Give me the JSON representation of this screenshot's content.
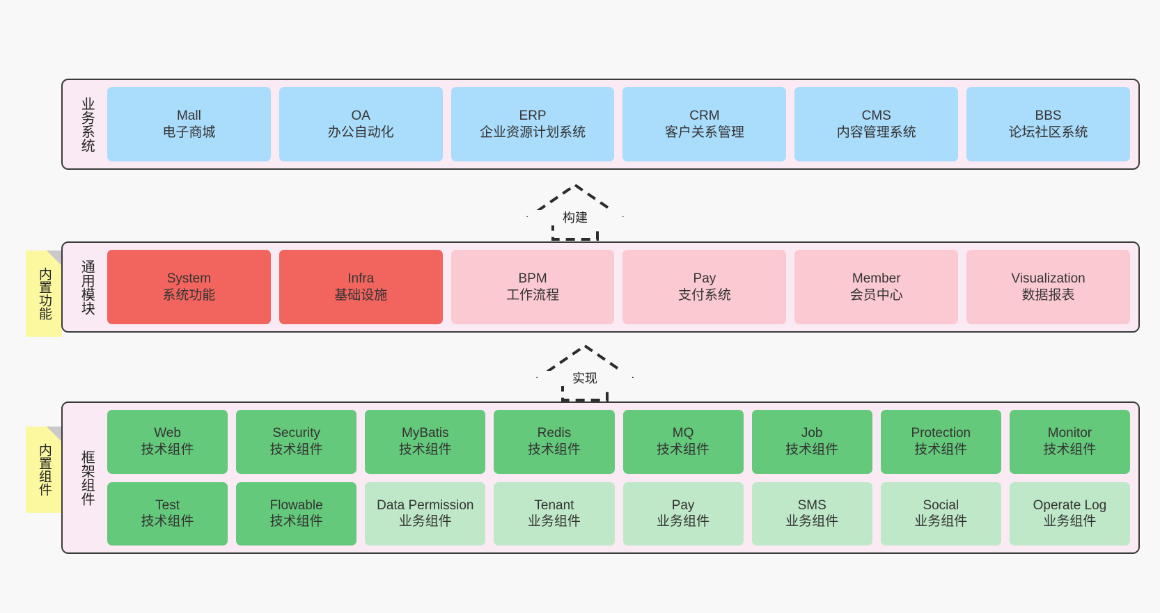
{
  "page": {
    "background": "#f8f8f8",
    "panel_bg": "#faeaf4",
    "panel_border": "#3a3a3a",
    "note_bg": "#fbf8a0"
  },
  "layers": [
    {
      "id": "business-system",
      "title": "业务系统",
      "note": null,
      "rows": [
        [
          {
            "en": "Mall",
            "cn": "电子商城",
            "color_name": "blue",
            "color": "#aadcfb"
          },
          {
            "en": "OA",
            "cn": "办公自动化",
            "color_name": "blue",
            "color": "#aadcfb"
          },
          {
            "en": "ERP",
            "cn": "企业资源计划系统",
            "color_name": "blue",
            "color": "#aadcfb"
          },
          {
            "en": "CRM",
            "cn": "客户关系管理",
            "color_name": "blue",
            "color": "#aadcfb"
          },
          {
            "en": "CMS",
            "cn": "内容管理系统",
            "color_name": "blue",
            "color": "#aadcfb"
          },
          {
            "en": "BBS",
            "cn": "论坛社区系统",
            "color_name": "blue",
            "color": "#aadcfb"
          }
        ]
      ]
    },
    {
      "id": "common-module",
      "title": "通用模块",
      "note": "内置功能",
      "rows": [
        [
          {
            "en": "System",
            "cn": "系统功能",
            "color_name": "red",
            "color": "#f2645e"
          },
          {
            "en": "Infra",
            "cn": "基础设施",
            "color_name": "red",
            "color": "#f2645e"
          },
          {
            "en": "BPM",
            "cn": "工作流程",
            "color_name": "pink",
            "color": "#fbc9d2"
          },
          {
            "en": "Pay",
            "cn": "支付系统",
            "color_name": "pink",
            "color": "#fbc9d2"
          },
          {
            "en": "Member",
            "cn": "会员中心",
            "color_name": "pink",
            "color": "#fbc9d2"
          },
          {
            "en": "Visualization",
            "cn": "数据报表",
            "color_name": "pink",
            "color": "#fbc9d2"
          }
        ]
      ]
    },
    {
      "id": "framework-component",
      "title": "框架组件",
      "note": "内置组件",
      "rows": [
        [
          {
            "en": "Web",
            "cn": "技术组件",
            "color_name": "green",
            "color": "#64c97b"
          },
          {
            "en": "Security",
            "cn": "技术组件",
            "color_name": "green",
            "color": "#64c97b"
          },
          {
            "en": "MyBatis",
            "cn": "技术组件",
            "color_name": "green",
            "color": "#64c97b"
          },
          {
            "en": "Redis",
            "cn": "技术组件",
            "color_name": "green",
            "color": "#64c97b"
          },
          {
            "en": "MQ",
            "cn": "技术组件",
            "color_name": "green",
            "color": "#64c97b"
          },
          {
            "en": "Job",
            "cn": "技术组件",
            "color_name": "green",
            "color": "#64c97b"
          },
          {
            "en": "Protection",
            "cn": "技术组件",
            "color_name": "green",
            "color": "#64c97b"
          },
          {
            "en": "Monitor",
            "cn": "技术组件",
            "color_name": "green",
            "color": "#64c97b"
          }
        ],
        [
          {
            "en": "Test",
            "cn": "技术组件",
            "color_name": "green",
            "color": "#64c97b"
          },
          {
            "en": "Flowable",
            "cn": "技术组件",
            "color_name": "green",
            "color": "#64c97b"
          },
          {
            "en": "Data Permission",
            "cn": "业务组件",
            "color_name": "lgreen",
            "color": "#bfe8c9"
          },
          {
            "en": "Tenant",
            "cn": "业务组件",
            "color_name": "lgreen",
            "color": "#bfe8c9"
          },
          {
            "en": "Pay",
            "cn": "业务组件",
            "color_name": "lgreen",
            "color": "#bfe8c9"
          },
          {
            "en": "SMS",
            "cn": "业务组件",
            "color_name": "lgreen",
            "color": "#bfe8c9"
          },
          {
            "en": "Social",
            "cn": "业务组件",
            "color_name": "lgreen",
            "color": "#bfe8c9"
          },
          {
            "en": "Operate Log",
            "cn": "业务组件",
            "color_name": "lgreen",
            "color": "#bfe8c9"
          }
        ]
      ]
    }
  ],
  "connectors": [
    {
      "id": "build",
      "label": "构建"
    },
    {
      "id": "implement",
      "label": "实现"
    }
  ]
}
